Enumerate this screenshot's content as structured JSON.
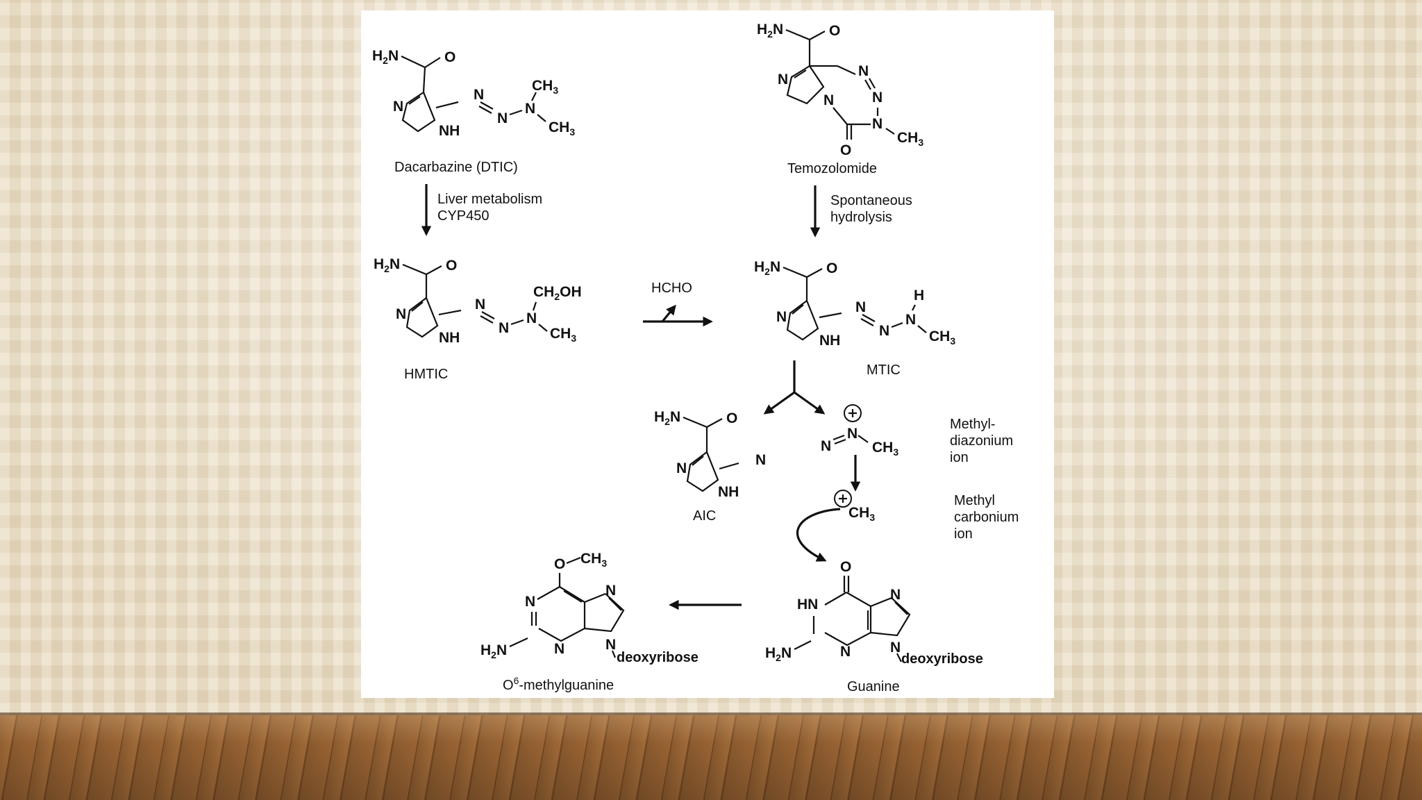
{
  "background": {
    "wall_color": "#ece2cf",
    "floor_color": "#7a4c24",
    "panel_color": "#ffffff"
  },
  "compounds": {
    "dacarbazine": {
      "name": "Dacarbazine (DTIC)"
    },
    "temozolomide": {
      "name": "Temozolomide"
    },
    "hmtic": {
      "name": "HMTIC"
    },
    "mtic": {
      "name": "MTIC"
    },
    "aic": {
      "name": "AIC"
    },
    "methyldiazonium": {
      "name_lines": [
        "Methyl-",
        "diazonium",
        "ion"
      ]
    },
    "methylcarbonium": {
      "name_lines": [
        "Methyl",
        "carbonium",
        "ion"
      ]
    },
    "guanine": {
      "name": "Guanine",
      "sugar": "deoxyribose"
    },
    "o6_methylguanine": {
      "name_prefix": "O",
      "name_superscript": "6",
      "name_rest": "-methylguanine",
      "sugar": "deoxyribose"
    }
  },
  "steps": {
    "dtic_to_hmtic": {
      "label_lines": [
        "Liver metabolism",
        "CYP450"
      ]
    },
    "tmz_to_mtic": {
      "label_lines": [
        "Spontaneous",
        "hydrolysis"
      ]
    },
    "hmtic_to_mtic": {
      "byproduct": "HCHO"
    }
  }
}
